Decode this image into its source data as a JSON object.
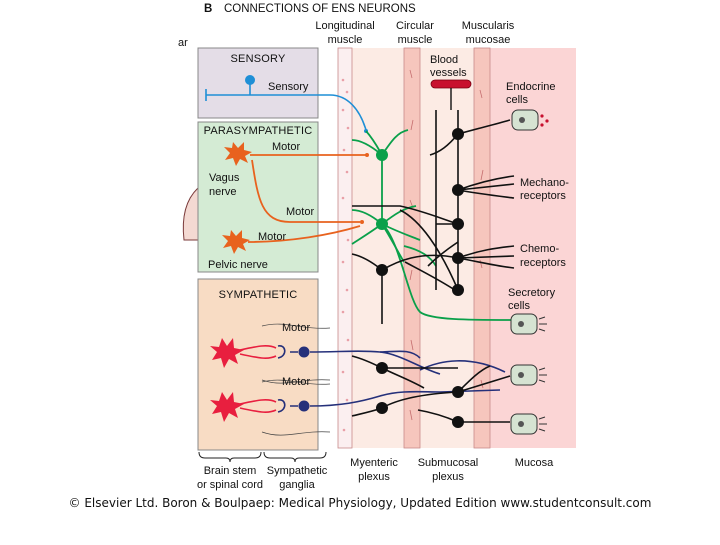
{
  "figure": {
    "panel_letter": "B",
    "title": "CONNECTIONS OF ENS NEURONS",
    "partial_left_label": "ar",
    "credit": "© Elsevier Ltd. Boron & Boulpaep: Medical Physiology, Updated Edition   www.studentconsult.com"
  },
  "columns": {
    "longitudinal": "Longitudinal muscle",
    "circular": "Circular muscle",
    "muscularis": "Muscularis mucosae"
  },
  "boxes": {
    "sensory": "SENSORY",
    "parasympathetic": "PARASYMPATHETIC",
    "sympathetic": "SYMPATHETIC"
  },
  "labels": {
    "sensory": "Sensory",
    "motor_vagus": "Motor",
    "vagus": "Vagus nerve",
    "motor_pelvic_upper": "Motor",
    "motor_pelvic": "Motor",
    "pelvic": "Pelvic nerve",
    "motor_symp1": "Motor",
    "motor_symp2": "Motor",
    "blood_vessels": "Blood vessels",
    "endocrine": "Endocrine cells",
    "mechano": "Mechano- receptors",
    "chemo": "Chemo- receptors",
    "secretory": "Secretory cells"
  },
  "bottom_labels": {
    "brain_stem": "Brain stem or spinal cord",
    "symp_ganglia": "Sympathetic ganglia",
    "myenteric": "Myenteric plexus",
    "submucosal": "Submucosal plexus",
    "mucosa": "Mucosa"
  },
  "colors": {
    "sensory_box": "#e4dde7",
    "para_box": "#d4ebd4",
    "symp_box": "#f8dcc4",
    "mucosa_bg": "#fbd5d5",
    "muscle_bg": "#fcebe4",
    "sensory_blue": "#1f8fd6",
    "para_orange": "#e8621e",
    "ens_green": "#0aa04a",
    "symp_red": "#e81f3f",
    "symp_navy": "#25307a",
    "neuron_black": "#111111"
  }
}
